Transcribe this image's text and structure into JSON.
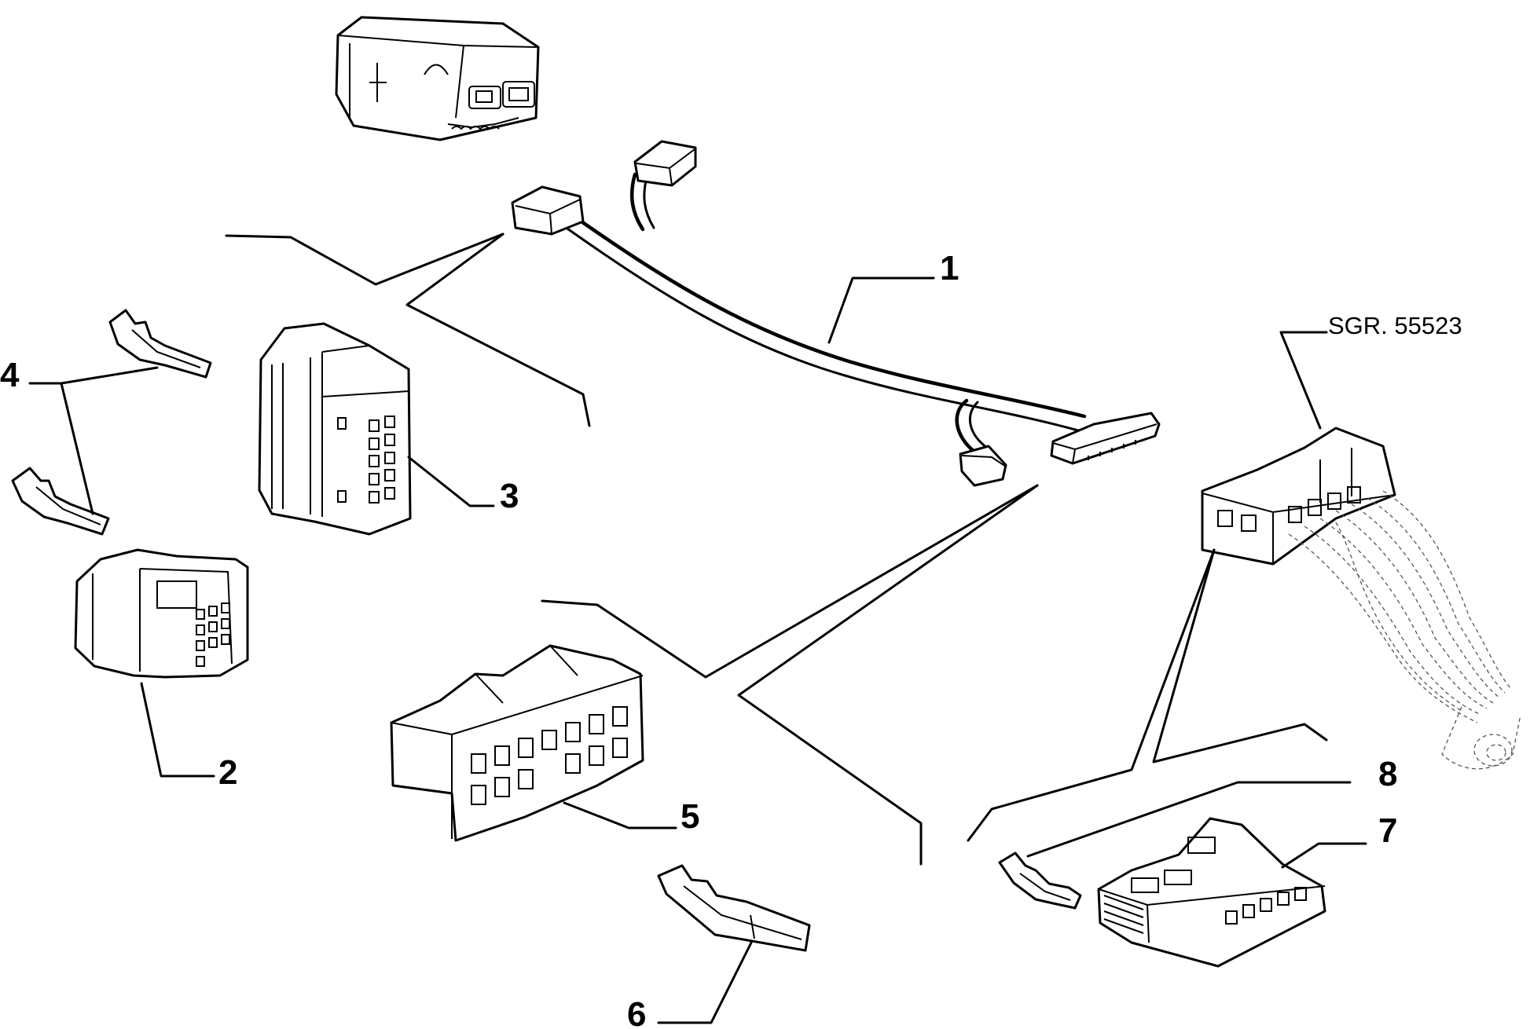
{
  "labels": {
    "callout_1": "1",
    "callout_2": "2",
    "callout_3": "3",
    "callout_4": "4",
    "callout_5": "5",
    "callout_6": "6",
    "callout_7": "7",
    "callout_8": "8",
    "reference_code": "SGR. 55523"
  }
}
